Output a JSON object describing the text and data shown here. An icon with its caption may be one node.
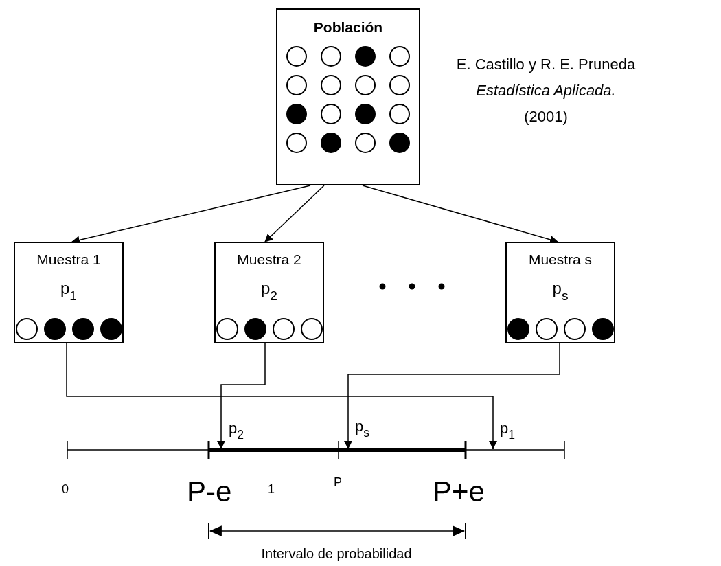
{
  "diagram": {
    "nodes": [
      {
        "text": [
          "Población"
        ]
      },
      {
        "text": [
          "Muestra 1",
          "p$_{1}$"
        ]
      },
      {
        "text": [
          "Muestra 2",
          "p$_{2}$"
        ]
      },
      {
        "text": [
          "Muestra s",
          "p$_{s}$"
        ]
      }
    ],
    "edges": [
      {
        "from": 0,
        "to": 1,
        "arrow": "to"
      },
      {
        "from": 0,
        "to": 2,
        "arrow": "to"
      },
      {
        "from": 0,
        "to": 3,
        "arrow": "to"
      },
      {
        "from": 1,
        "to": null,
        "arrow": "to",
        "label": "p$_{1}$"
      },
      {
        "from": 2,
        "to": null,
        "arrow": "to",
        "label": "p$_{2}$"
      },
      {
        "from": 3,
        "to": null,
        "arrow": "to",
        "label": "p$_{s}$"
      }
    ],
    "labels": [
      "E. Castillo y R. E. Pruneda",
      "Estadística Aplicada.",
      "(2001)",
      "0",
      "P-e",
      "1",
      "P",
      "P+e",
      "Intervalo de probabilidad"
    ]
  }
}
